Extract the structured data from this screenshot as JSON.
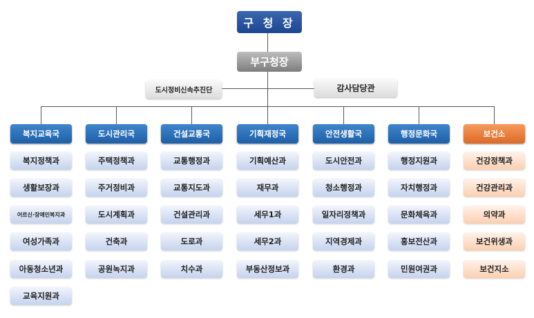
{
  "top": {
    "mayor": "구 청 장",
    "deputy": "부구청장"
  },
  "side_units": {
    "left": "도시정비신속추진단",
    "right": "감사담당관"
  },
  "colors": {
    "bureau_blue": "#2b6fb8",
    "health_orange": "#e97a35",
    "sub_blue": "#d6e0f3",
    "sub_orange": "#fcdcc4"
  },
  "bureaus": [
    {
      "name": "복지교육국",
      "divisions": [
        "복지정책과",
        "생활보장과",
        "어르신·장애인복지과",
        "여성가족과",
        "아동청소년과",
        "교육지원과"
      ]
    },
    {
      "name": "도시관리국",
      "divisions": [
        "주택정책과",
        "주거정비과",
        "도시계획과",
        "건축과",
        "공원녹지과"
      ]
    },
    {
      "name": "건설교통국",
      "divisions": [
        "교통행정과",
        "교통지도과",
        "건설관리과",
        "도로과",
        "치수과"
      ]
    },
    {
      "name": "기획재정국",
      "divisions": [
        "기획예산과",
        "재무과",
        "세무1과",
        "세무2과",
        "부동산정보과"
      ]
    },
    {
      "name": "안전생활국",
      "divisions": [
        "도시안전과",
        "청소행정과",
        "일자리정책과",
        "지역경제과",
        "환경과"
      ]
    },
    {
      "name": "행정문화국",
      "divisions": [
        "행정지원과",
        "자치행정과",
        "문화체육과",
        "홍보전산과",
        "민원여권과"
      ]
    },
    {
      "name": "보건소",
      "divisions": [
        "건강정책과",
        "건강관리과",
        "의약과",
        "보건위생과",
        "보건지소"
      ]
    }
  ]
}
